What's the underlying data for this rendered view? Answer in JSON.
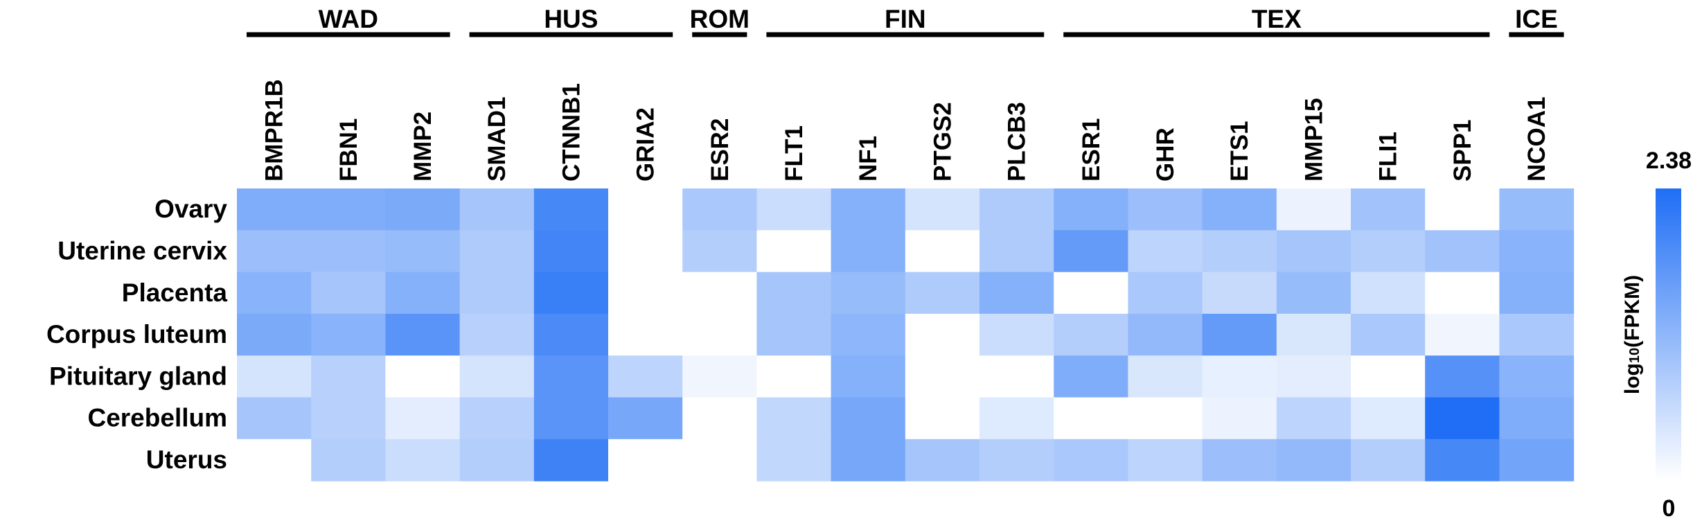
{
  "chart_data": {
    "type": "heatmap",
    "title": "",
    "xlabel": "",
    "ylabel": "",
    "groups": [
      {
        "label": "WAD",
        "genes": [
          "BMPR1B",
          "FBN1",
          "MMP2"
        ]
      },
      {
        "label": "HUS",
        "genes": [
          "SMAD1",
          "CTNNB1",
          "GRIA2"
        ]
      },
      {
        "label": "ROM",
        "genes": [
          "ESR2"
        ]
      },
      {
        "label": "FIN",
        "genes": [
          "FLT1",
          "NF1",
          "PTGS2",
          "PLCB3"
        ]
      },
      {
        "label": "TEX",
        "genes": [
          "ESR1",
          "GHR",
          "ETS1",
          "MMP15",
          "FLI1",
          "SPP1"
        ]
      },
      {
        "label": "ICE",
        "genes": [
          "NCOA1"
        ]
      }
    ],
    "columns": [
      "BMPR1B",
      "FBN1",
      "MMP2",
      "SMAD1",
      "CTNNB1",
      "GRIA2",
      "ESR2",
      "FLT1",
      "NF1",
      "PTGS2",
      "PLCB3",
      "ESR1",
      "GHR",
      "ETS1",
      "MMP15",
      "FLI1",
      "SPP1",
      "NCOA1"
    ],
    "rows": [
      "Ovary",
      "Uterine cervix",
      "Placenta",
      "Corpus luteum",
      "Pituitary gland",
      "Cerebellum",
      "Uterus"
    ],
    "values": [
      [
        1.35,
        1.35,
        1.4,
        0.95,
        1.95,
        0.0,
        0.9,
        0.55,
        1.3,
        0.45,
        0.85,
        1.3,
        1.05,
        1.3,
        0.2,
        1.0,
        0.0,
        1.1
      ],
      [
        1.05,
        1.05,
        1.1,
        0.85,
        2.0,
        0.0,
        0.8,
        0.0,
        1.3,
        0.0,
        0.85,
        1.65,
        0.7,
        0.8,
        0.95,
        0.8,
        1.0,
        1.25
      ],
      [
        1.25,
        0.95,
        1.3,
        0.85,
        2.1,
        0.0,
        0.0,
        0.95,
        1.1,
        0.85,
        1.3,
        0.0,
        0.9,
        0.6,
        1.1,
        0.5,
        0.0,
        1.3
      ],
      [
        1.4,
        1.25,
        1.75,
        0.75,
        1.9,
        0.0,
        0.0,
        0.95,
        1.2,
        0.0,
        0.55,
        0.8,
        1.15,
        1.65,
        0.4,
        0.9,
        0.15,
        0.9
      ],
      [
        0.45,
        0.75,
        0.0,
        0.45,
        1.75,
        0.7,
        0.15,
        0.0,
        1.3,
        0.0,
        0.0,
        1.35,
        0.4,
        0.25,
        0.3,
        0.0,
        1.8,
        1.25
      ],
      [
        0.95,
        0.75,
        0.3,
        0.75,
        1.75,
        1.45,
        0.0,
        0.65,
        1.45,
        0.0,
        0.35,
        0.0,
        0.0,
        0.2,
        0.7,
        0.35,
        2.38,
        1.35
      ],
      [
        0.0,
        0.8,
        0.55,
        0.8,
        2.05,
        0.0,
        0.0,
        0.65,
        1.45,
        0.95,
        0.8,
        0.9,
        0.7,
        1.05,
        1.15,
        0.8,
        1.95,
        1.5
      ]
    ],
    "color_scale": {
      "min": 0,
      "max": 2.38,
      "low_color": "#ffffff",
      "high_color": "#1f6ef5"
    },
    "legend": {
      "title_prefix": "log",
      "title_subscript": "10",
      "title_suffix": "(FPKM)",
      "max_label": "2.38",
      "min_label": "0",
      "placement": "right"
    }
  }
}
